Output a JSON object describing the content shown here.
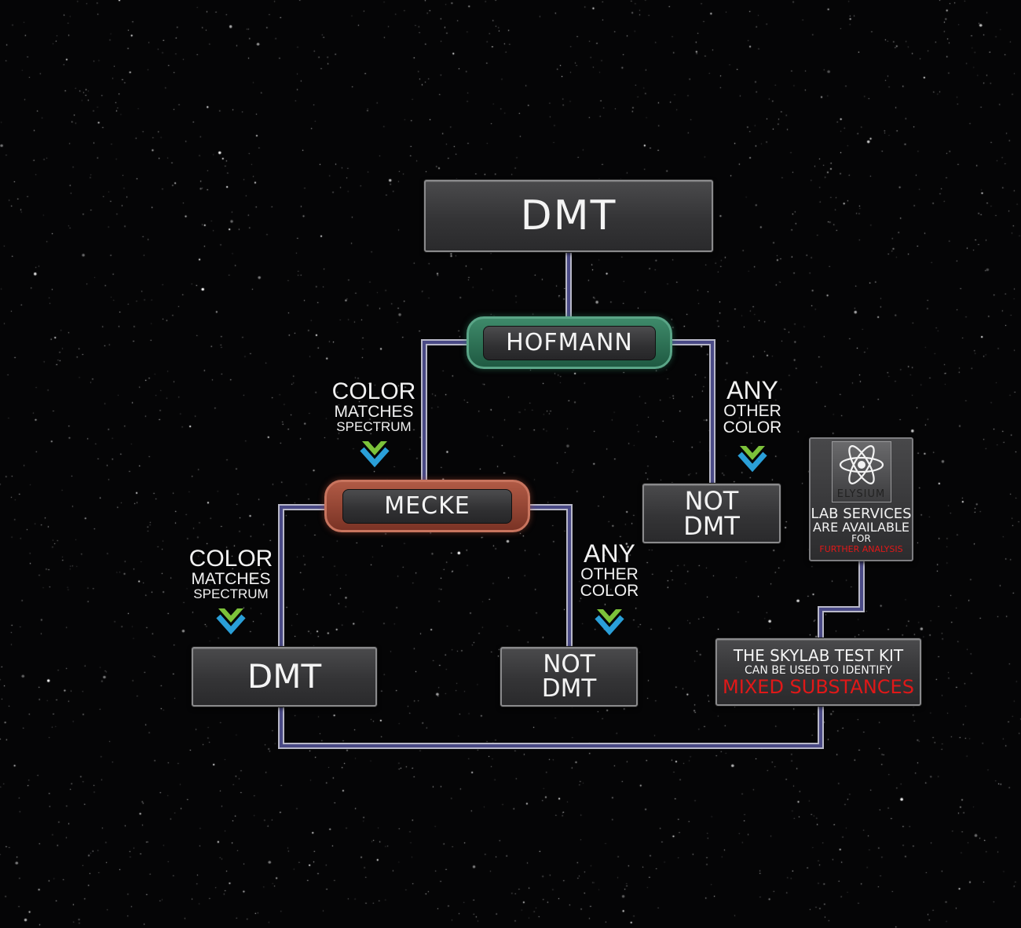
{
  "root": {
    "label": "DMT"
  },
  "hofmann": {
    "label": "HOFMANN"
  },
  "mecke": {
    "label": "MECKE"
  },
  "hofmann_left_branch": {
    "line1": "COLOR",
    "line2": "MATCHES",
    "line3": "SPECTRUM"
  },
  "hofmann_right_branch": {
    "line1": "ANY",
    "line2": "OTHER",
    "line3": "COLOR"
  },
  "mecke_left_branch": {
    "line1": "COLOR",
    "line2": "MATCHES",
    "line3": "SPECTRUM"
  },
  "mecke_right_branch": {
    "line1": "ANY",
    "line2": "OTHER",
    "line3": "COLOR"
  },
  "hofmann_result_not": {
    "line1": "NOT",
    "line2": "DMT"
  },
  "mecke_result_dmt": {
    "label": "DMT"
  },
  "mecke_result_not": {
    "line1": "NOT",
    "line2": "DMT"
  },
  "elysium": {
    "logo_text": "ELYSIUM",
    "line1": "LAB SERVICES",
    "line2": "ARE AVAILABLE",
    "line3": "FOR",
    "line4": "FURTHER ANALYSIS"
  },
  "skylab": {
    "line1": "THE SKYLAB TEST KIT",
    "line2": "CAN BE USED TO IDENTIFY",
    "line3": "MIXED SUBSTANCES"
  },
  "colors": {
    "background": "#050506",
    "connector": "#4a4a86",
    "connector_edge": "#b8b8c8",
    "hofmann": "#2f7a5a",
    "mecke": "#a04c38",
    "arrow_green": "#7cc23a",
    "arrow_blue": "#2a9fd8",
    "highlight_red": "#e01818"
  }
}
